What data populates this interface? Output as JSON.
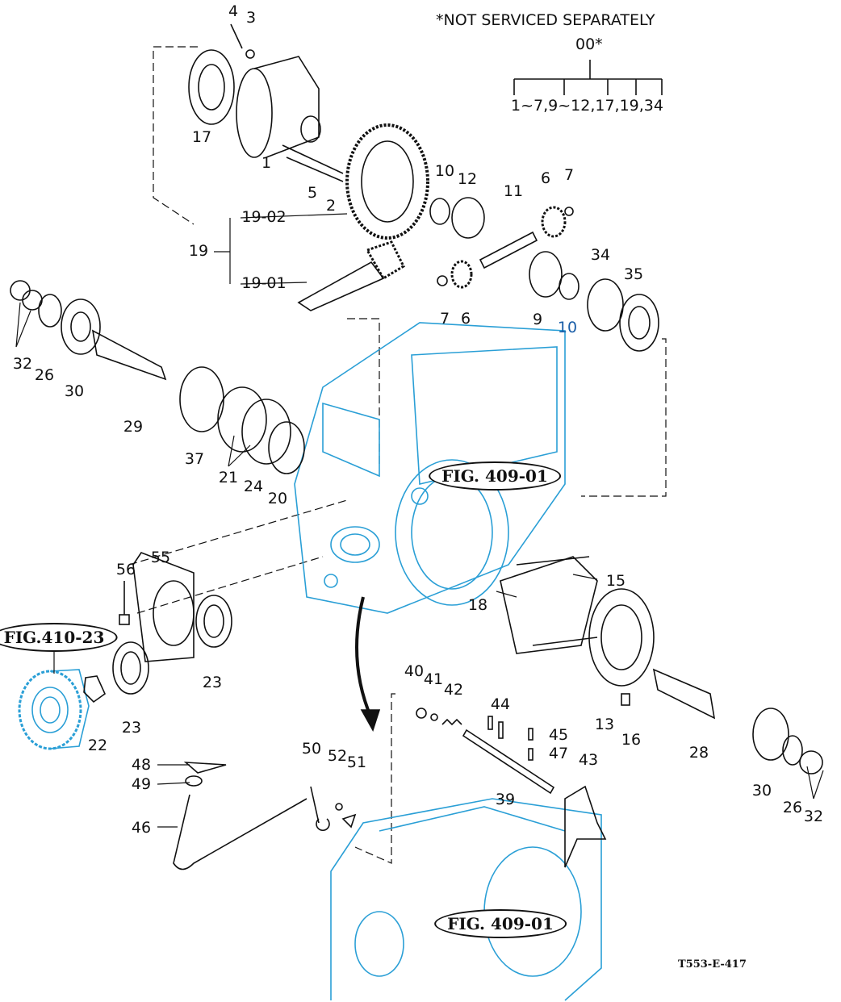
{
  "note": {
    "title": "*NOT SERVICED SEPARATELY",
    "assembly": "00*",
    "members": "1~7,9~12,17,19,34"
  },
  "figure_refs": {
    "upper_housing": "FIG. 409-01",
    "gear": "FIG.410-23",
    "lower_housing": "FIG. 409-01"
  },
  "drawing_code": "T553-E-417",
  "colors": {
    "line": "#111111",
    "housing": "#2a9fd6"
  },
  "labels": [
    "4",
    "3",
    "17",
    "1",
    "5",
    "2",
    "10",
    "12",
    "11",
    "6",
    "7",
    "19-02",
    "19",
    "19-01",
    "7",
    "6",
    "9",
    "10",
    "34",
    "35",
    "32",
    "26",
    "30",
    "29",
    "37",
    "21",
    "24",
    "20",
    "56",
    "55",
    "22",
    "23",
    "23",
    "18",
    "15",
    "40",
    "41",
    "42",
    "44",
    "45",
    "47",
    "43",
    "39",
    "13",
    "16",
    "28",
    "30",
    "26",
    "32",
    "48",
    "49",
    "46",
    "50",
    "52",
    "51"
  ]
}
